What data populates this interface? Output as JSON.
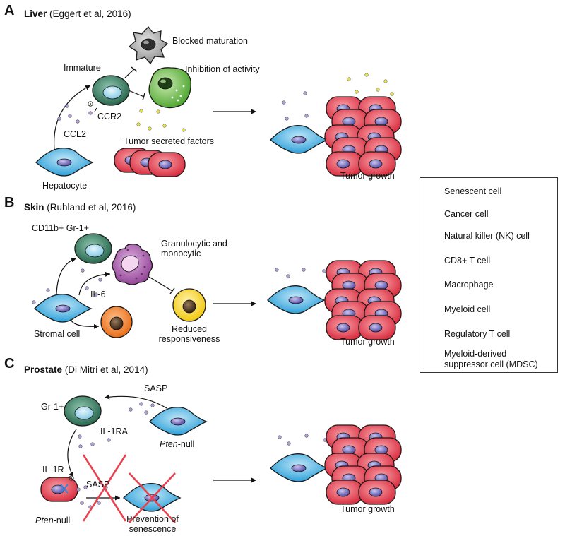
{
  "panels": [
    {
      "letter": "A",
      "title": "Liver",
      "citation": "(Eggert et al, 2016)"
    },
    {
      "letter": "B",
      "title": "Skin",
      "citation": "(Ruhland et al, 2016)"
    },
    {
      "letter": "C",
      "title": "Prostate",
      "citation": "(Di Mitri et al, 2014)"
    }
  ],
  "labels": {
    "blocked_maturation": "Blocked maturation",
    "immature": "Immature",
    "inhibition_of_activity": "Inhibition of activity",
    "ccr2": "CCR2",
    "ccl2": "CCL2",
    "tumor_secreted_factors": "Tumor secreted factors",
    "hepatocyte": "Hepatocyte",
    "tumor_growth": "Tumor growth",
    "cd11b_gr1": "CD11b+ Gr-1+",
    "granulocytic_line1": "Granulocytic and",
    "granulocytic_line2": "monocytic",
    "il6": "IL-6",
    "stromal_cell": "Stromal cell",
    "reduced_line1": "Reduced",
    "reduced_line2": "responsiveness",
    "sasp": "SASP",
    "gr1": "Gr-1+",
    "il1ra": "IL-1RA",
    "pten_italic": "Pten",
    "null_suffix": "-null",
    "il1r": "IL-1R",
    "prevention_line1": "Prevention of",
    "prevention_line2": "senescence"
  },
  "legend": [
    {
      "label": "Senescent cell",
      "icon": "senescent-cell-icon",
      "color": "#4fb8e6"
    },
    {
      "label": "Cancer cell",
      "icon": "cancer-cell-icon",
      "color": "#e8424f"
    },
    {
      "label": "Natural killer (NK) cell",
      "icon": "nk-cell-icon",
      "color": "#6cbf45"
    },
    {
      "label": "CD8+ T cell",
      "icon": "cd8-t-cell-icon",
      "color": "#f5d31e"
    },
    {
      "label": "Macrophage",
      "icon": "macrophage-icon",
      "color": "#a6a6a6"
    },
    {
      "label": "Myeloid cell",
      "icon": "myeloid-cell-icon",
      "color": "#2e7a5e"
    },
    {
      "label": "Regulatory T cell",
      "icon": "regulatory-t-cell-icon",
      "color": "#f07a1c"
    },
    {
      "label": "Myeloid-derived",
      "label2": "suppressor cell (MDSC)",
      "icon": "mdsc-icon",
      "color": "#a54fa5"
    }
  ]
}
